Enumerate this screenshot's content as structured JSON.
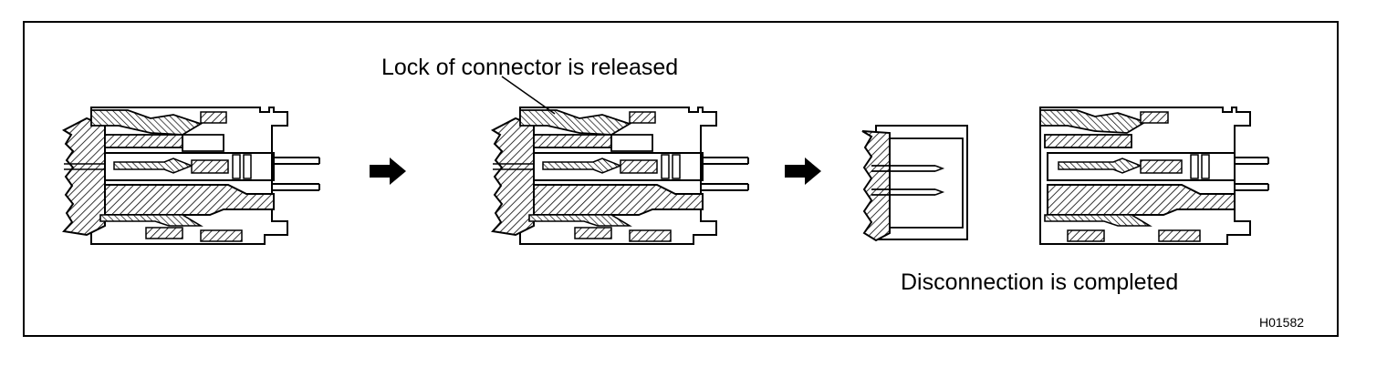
{
  "labels": {
    "lock_released": "Lock of connector is released",
    "disconnection_completed": "Disconnection is completed",
    "figure_code": "H01582"
  },
  "steps": [
    {
      "name": "connected",
      "icon": "connector-assembly-icon"
    },
    {
      "name": "lock-released",
      "icon": "connector-assembly-icon"
    },
    {
      "name": "disconnected",
      "icon": "connector-halves-icon"
    }
  ],
  "colors": {
    "ink": "#000000",
    "background": "#ffffff"
  }
}
